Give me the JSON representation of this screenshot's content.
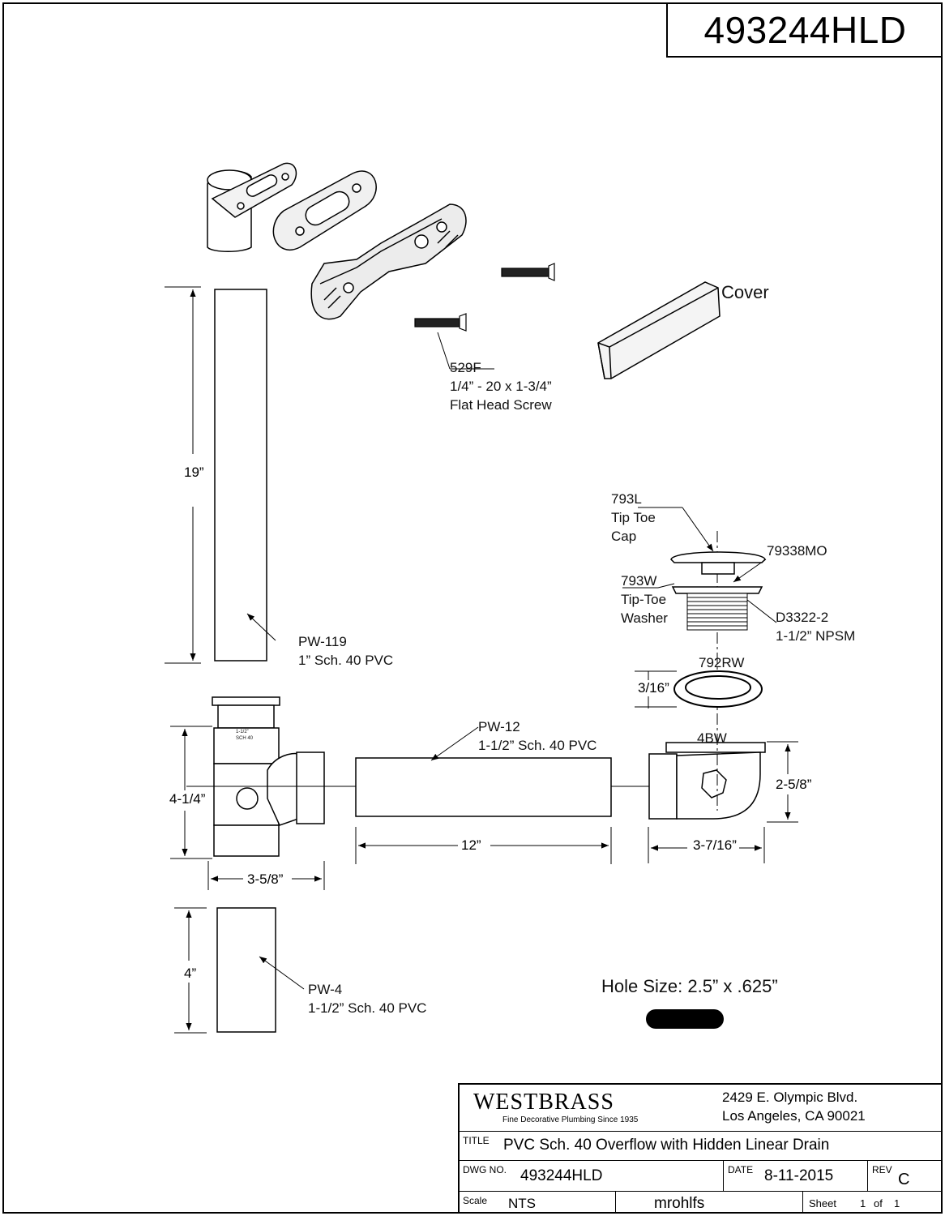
{
  "header": {
    "drawing_number": "493244HLD"
  },
  "parts": {
    "cover": "Cover",
    "screw_part": "529F",
    "screw_size": "1/4” - 20 x 1-3/4”",
    "screw_name": "Flat Head Screw",
    "pipe_19_part": "PW-119",
    "pipe_19_desc": "1” Sch. 40 PVC",
    "pipe_12_part": "PW-12",
    "pipe_12_desc": "1-1/2” Sch. 40 PVC",
    "pipe_4_part": "PW-4",
    "pipe_4_desc": "1-1/2” Sch. 40 PVC",
    "cap_part": "793L",
    "cap_desc_1": "Tip Toe",
    "cap_desc_2": "Cap",
    "stopper_part": "79338MO",
    "washer_part": "793W",
    "washer_desc_1": "Tip-Toe",
    "washer_desc_2": "Washer",
    "body_part": "D3322-2",
    "body_desc": "1-1/2” NPSM",
    "ring_part": "792RW",
    "shoe_part": "4BW",
    "tee_label_1": "1-1/2”",
    "tee_label_2": "SCH 40"
  },
  "dimensions": {
    "d19": "19”",
    "d4_1_4": "4-1/4”",
    "d3_5_8": "3-5/8”",
    "d12": "12”",
    "d2_5_8": "2-5/8”",
    "d3_7_16": "3-7/16”",
    "d3_16": "3/16”",
    "d4": "4”"
  },
  "hole_size": "Hole Size: 2.5” x .625”",
  "title_block": {
    "company": "WESTBRASS",
    "tagline": "Fine Decorative Plumbing Since 1935",
    "address_1": "2429 E. Olympic Blvd.",
    "address_2": "Los Angeles, CA 90021",
    "title_label": "TITLE",
    "title": "PVC Sch. 40 Overflow with Hidden Linear Drain",
    "dwg_label": "DWG NO.",
    "dwg_no": "493244HLD",
    "date_label": "DATE",
    "date": "8-11-2015",
    "rev_label": "REV",
    "rev": "C",
    "scale_label": "Scale",
    "scale": "NTS",
    "drawn_by": "mrohlfs",
    "sheet_label": "Sheet",
    "sheet_num": "1",
    "of_label": "of",
    "sheet_total": "1"
  }
}
